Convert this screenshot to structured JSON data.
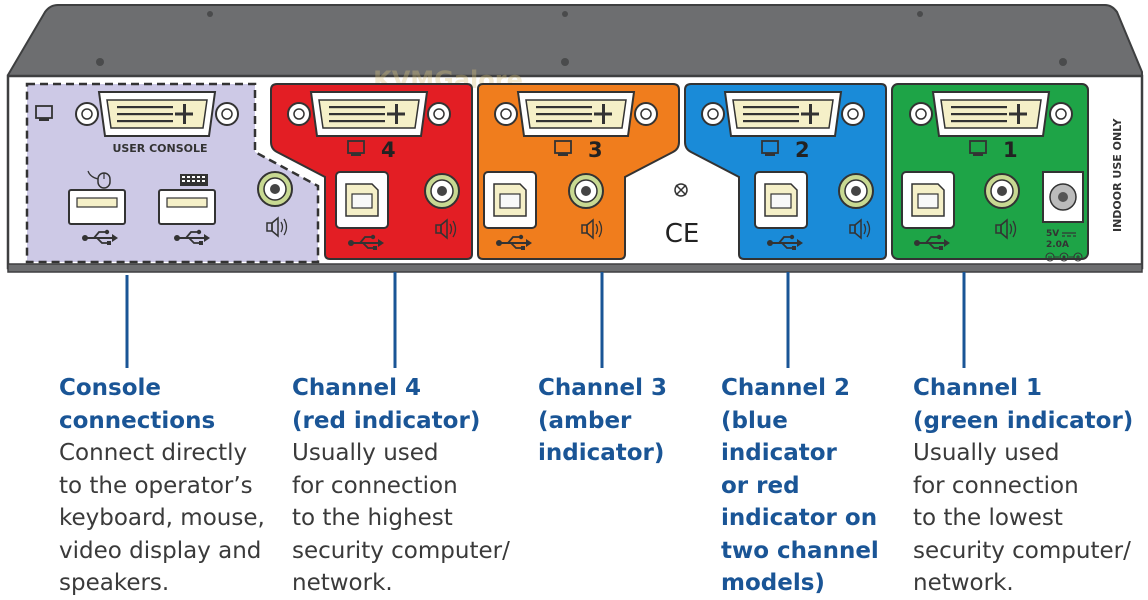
{
  "device": {
    "console_label": "USER CONSOLE",
    "side_label": "INDOOR USE ONLY",
    "ce_mark": "CE",
    "power_voltage": "5V",
    "power_current": "2.0A",
    "watermark": "KVMGalore"
  },
  "panels": [
    {
      "id": "ch4",
      "number": "4",
      "color": "#e31e24"
    },
    {
      "id": "ch3",
      "number": "3",
      "color": "#f07d1d"
    },
    {
      "id": "ch2",
      "number": "2",
      "color": "#1a8bd8"
    },
    {
      "id": "ch1",
      "number": "1",
      "color": "#1ea447"
    }
  ],
  "colors": {
    "console": "#cdc9e6",
    "chassis_top": "#6d6e70",
    "chassis_face": "#ffffff",
    "callout_line": "#1a5596",
    "title_text": "#1a5596",
    "body_text": "#3a3a3a"
  },
  "callouts": [
    {
      "title": "Console\nconnections",
      "desc": "Connect directly\nto the operator’s\nkeyboard, mouse,\nvideo display and\nspeakers."
    },
    {
      "title": "Channel 4\n(red indicator)",
      "desc": "Usually used\nfor connection\nto the highest\nsecurity computer/\nnetwork."
    },
    {
      "title": "Channel 3\n(amber\nindicator)",
      "desc": ""
    },
    {
      "title": "Channel 2\n(blue\nindicator\nor red\nindicator on\ntwo channel\nmodels)",
      "desc": ""
    },
    {
      "title": "Channel 1\n(green indicator)",
      "desc": "Usually used\nfor connection\nto the lowest\nsecurity computer/\nnetwork."
    }
  ]
}
